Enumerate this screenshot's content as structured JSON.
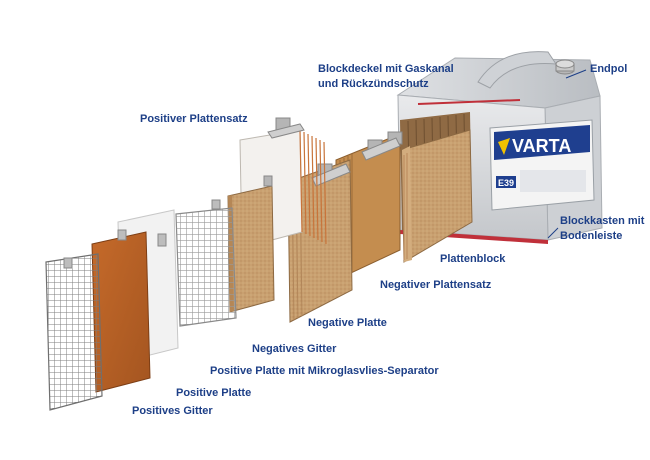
{
  "labels": {
    "blockdeckel": [
      "Blockdeckel mit Gaskanal",
      "und Rückzündschutz"
    ],
    "endpol": "Endpol",
    "positiver_plattensatz": "Positiver Plattensatz",
    "blockkasten": [
      "Blockkasten mit",
      "Bodenleiste"
    ],
    "plattenblock": "Plattenblock",
    "negativer_plattensatz": "Negativer Plattensatz",
    "negative_platte": "Negative Platte",
    "negatives_gitter": "Negatives Gitter",
    "positive_platte_separator": "Positive Platte mit Mikroglasvlies-Separator",
    "positive_platte": "Positive Platte",
    "positives_gitter": "Positives Gitter"
  },
  "battery": {
    "brand": "VARTA",
    "model_code": "E39"
  },
  "colors": {
    "label_text": "#1d3f87",
    "negative_plate": "#c8a47a",
    "positive_plate": "#b8642a",
    "separator": "#f2f2f2",
    "grid": "#8a8a8a",
    "battery_case": "#d8dadd",
    "brand_blue": "#1f3f8f",
    "brand_yellow": "#f2c200",
    "case_red_edge": "#c0303a"
  }
}
